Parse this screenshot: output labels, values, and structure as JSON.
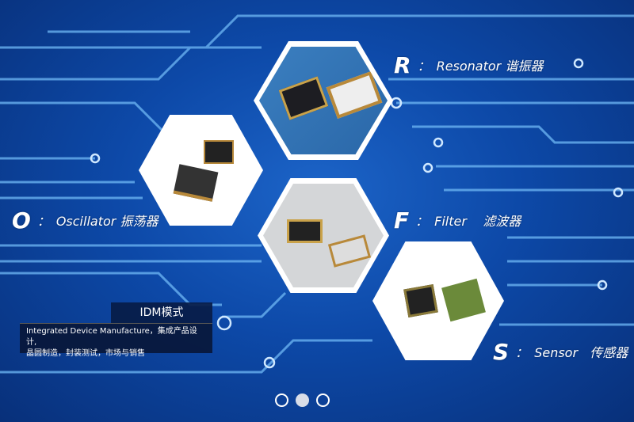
{
  "products": [
    {
      "letter": "R",
      "name": "Resonator",
      "cn": "谐振器"
    },
    {
      "letter": "O",
      "name": "Oscillator",
      "cn": "振荡器"
    },
    {
      "letter": "F",
      "name": "Filter",
      "cn": "滤波器"
    },
    {
      "letter": "S",
      "name": "Sensor",
      "cn": "传感器"
    }
  ],
  "separator": "：",
  "idm": {
    "title": "IDM模式",
    "line1": "Integrated Device Manufacture，集成产品设计,",
    "line2": "晶圆制造，封装测试，市场与销售"
  },
  "carousel": {
    "count": 3,
    "active": 2
  },
  "colors": {
    "bg": "#0d49a8",
    "line": "#7ec8ff"
  }
}
